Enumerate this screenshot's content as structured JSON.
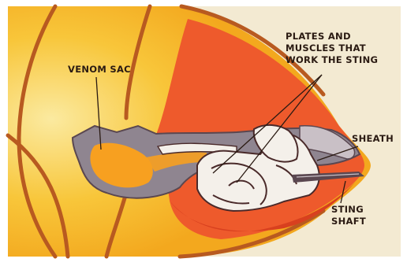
{
  "labels": {
    "venom_sac": "VENOM SAC",
    "plates": [
      "PLATES AND",
      "MUSCLES THAT",
      "WORK THE STING"
    ],
    "sheath": "SHEATH",
    "sting_shaft": [
      "STING",
      "SHAFT"
    ]
  },
  "colors": {
    "abdomen_yellow": "#f5b623",
    "pale_yellow": "#f9e07a",
    "segment_line": "#b85a20",
    "inner_red": "#ee5a2c",
    "deep_red": "#d8401f",
    "sac_gray": "#8f8590",
    "venom_orange": "#f7a020",
    "plate_white": "#f4f0ea",
    "outline_dark": "#4a2a2a",
    "label_text": "#2a1a12"
  }
}
